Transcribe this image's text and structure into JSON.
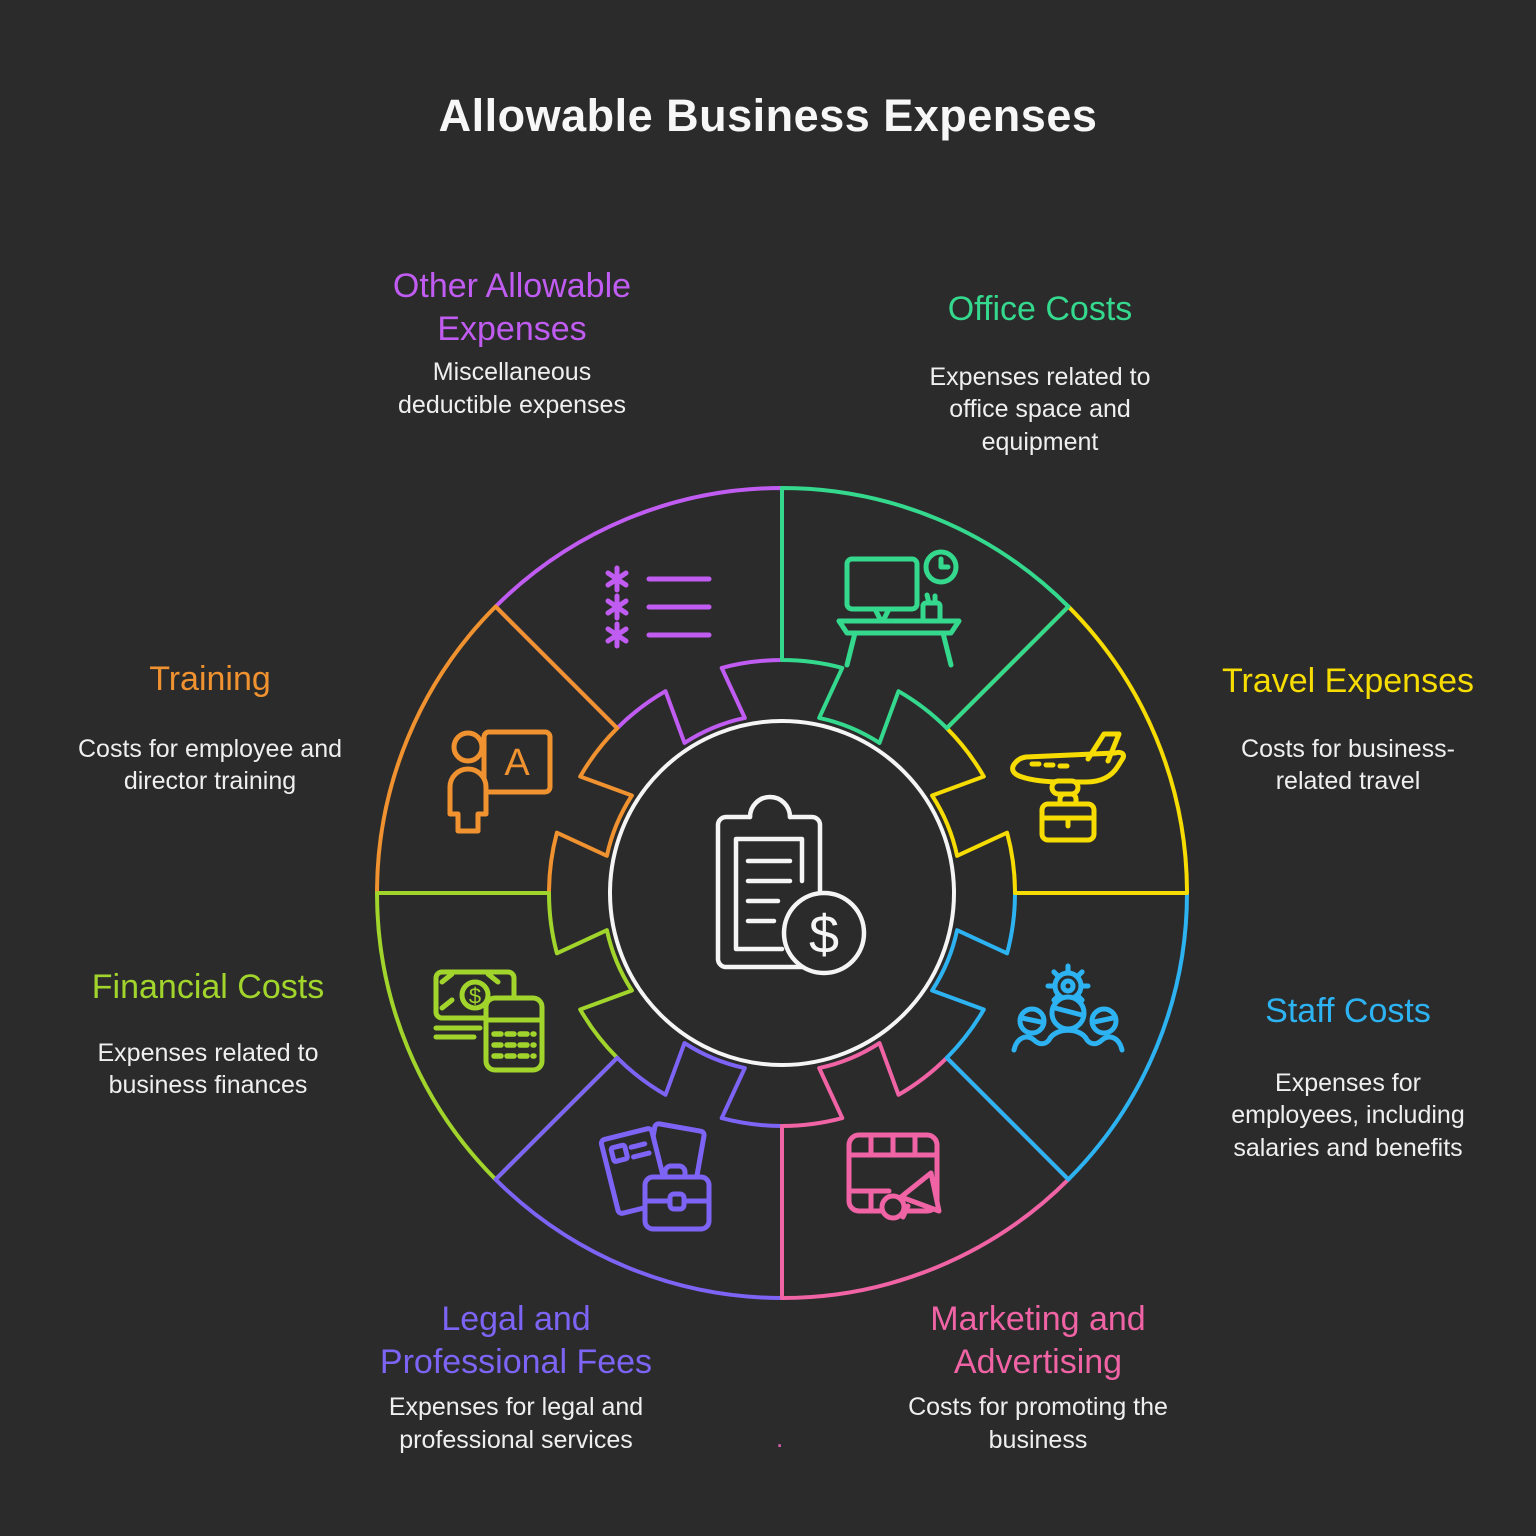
{
  "title": "Allowable Business Expenses",
  "currency_symbol": "$",
  "center": {
    "icon": "clipboard-dollar-icon"
  },
  "footer_dot": ".",
  "segments": [
    {
      "id": "office",
      "label": "Office Costs",
      "description_lines": [
        "Expenses related to",
        "office space and",
        "equipment"
      ],
      "color": "#34d98e",
      "icon": "office-desk-icon"
    },
    {
      "id": "travel",
      "label": "Travel Expenses",
      "description_lines": [
        "Costs for business-",
        "related travel"
      ],
      "color": "#f6dc00",
      "icon": "airplane-briefcase-icon"
    },
    {
      "id": "staff",
      "label": "Staff Costs",
      "description_lines": [
        "Expenses for",
        "employees, including",
        "salaries and benefits"
      ],
      "color": "#2db3f2",
      "icon": "team-gear-icon"
    },
    {
      "id": "marketing",
      "label_lines": [
        "Marketing and",
        "Advertising"
      ],
      "description_lines": [
        "Costs for promoting the",
        "business"
      ],
      "color": "#f063a5",
      "icon": "billboard-megaphone-icon"
    },
    {
      "id": "legal",
      "label_lines": [
        "Legal and",
        "Professional Fees"
      ],
      "description_lines": [
        "Expenses for legal and",
        "professional services"
      ],
      "color": "#7d64f5",
      "icon": "documents-briefcase-icon"
    },
    {
      "id": "financial",
      "label": "Financial Costs",
      "description_lines": [
        "Expenses related to",
        "business finances"
      ],
      "color": "#a1d52c",
      "icon": "money-calculator-icon"
    },
    {
      "id": "training",
      "label": "Training",
      "board_letter": "A",
      "description_lines": [
        "Costs for employee and",
        "director training"
      ],
      "color": "#f0922f",
      "icon": "trainer-board-icon"
    },
    {
      "id": "other",
      "label_lines": [
        "Other Allowable",
        "Expenses"
      ],
      "description_lines": [
        "Miscellaneous",
        "deductible expenses"
      ],
      "color": "#c15cf2",
      "icon": "asterisk-list-icon"
    }
  ]
}
